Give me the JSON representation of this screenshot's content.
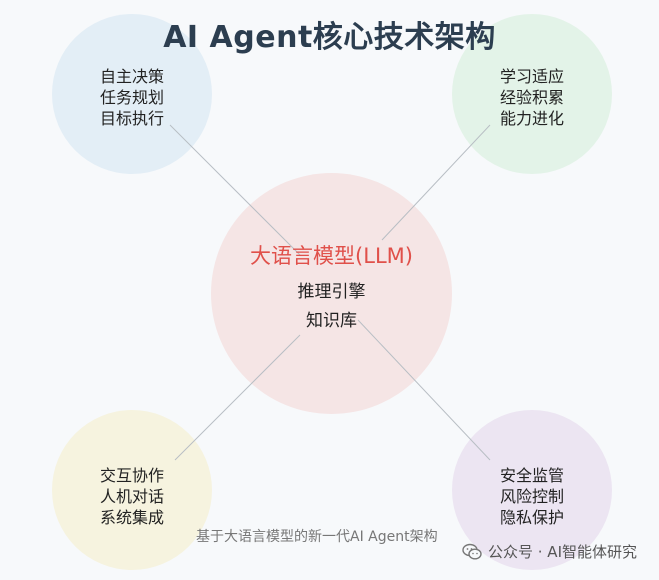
{
  "title": "AI Agent核心技术架构",
  "nodes": {
    "top_left": [
      "自主决策",
      "任务规划",
      "目标执行"
    ],
    "top_right": [
      "学习适应",
      "经验积累",
      "能力进化"
    ],
    "bottom_left": [
      "交互协作",
      "人机对话",
      "系统集成"
    ],
    "bottom_right": [
      "安全监管",
      "风险控制",
      "隐私保护"
    ]
  },
  "center": {
    "title": "大语言模型(LLM)",
    "lines": [
      "推理引擎",
      "知识库"
    ]
  },
  "caption": "基于大语言模型的新一代AI Agent架构",
  "watermark": {
    "text": "公众号 · AI智能体研究",
    "icon": "wechat-icon"
  },
  "colors": {
    "title": "#2c3e50",
    "center_title": "#e0504a",
    "top_left_circle": "#e3eef6",
    "top_right_circle": "#e3f3e8",
    "bottom_left_circle": "#f6f3df",
    "bottom_right_circle": "#ece5f2",
    "center_circle": "#f5e5e5"
  }
}
